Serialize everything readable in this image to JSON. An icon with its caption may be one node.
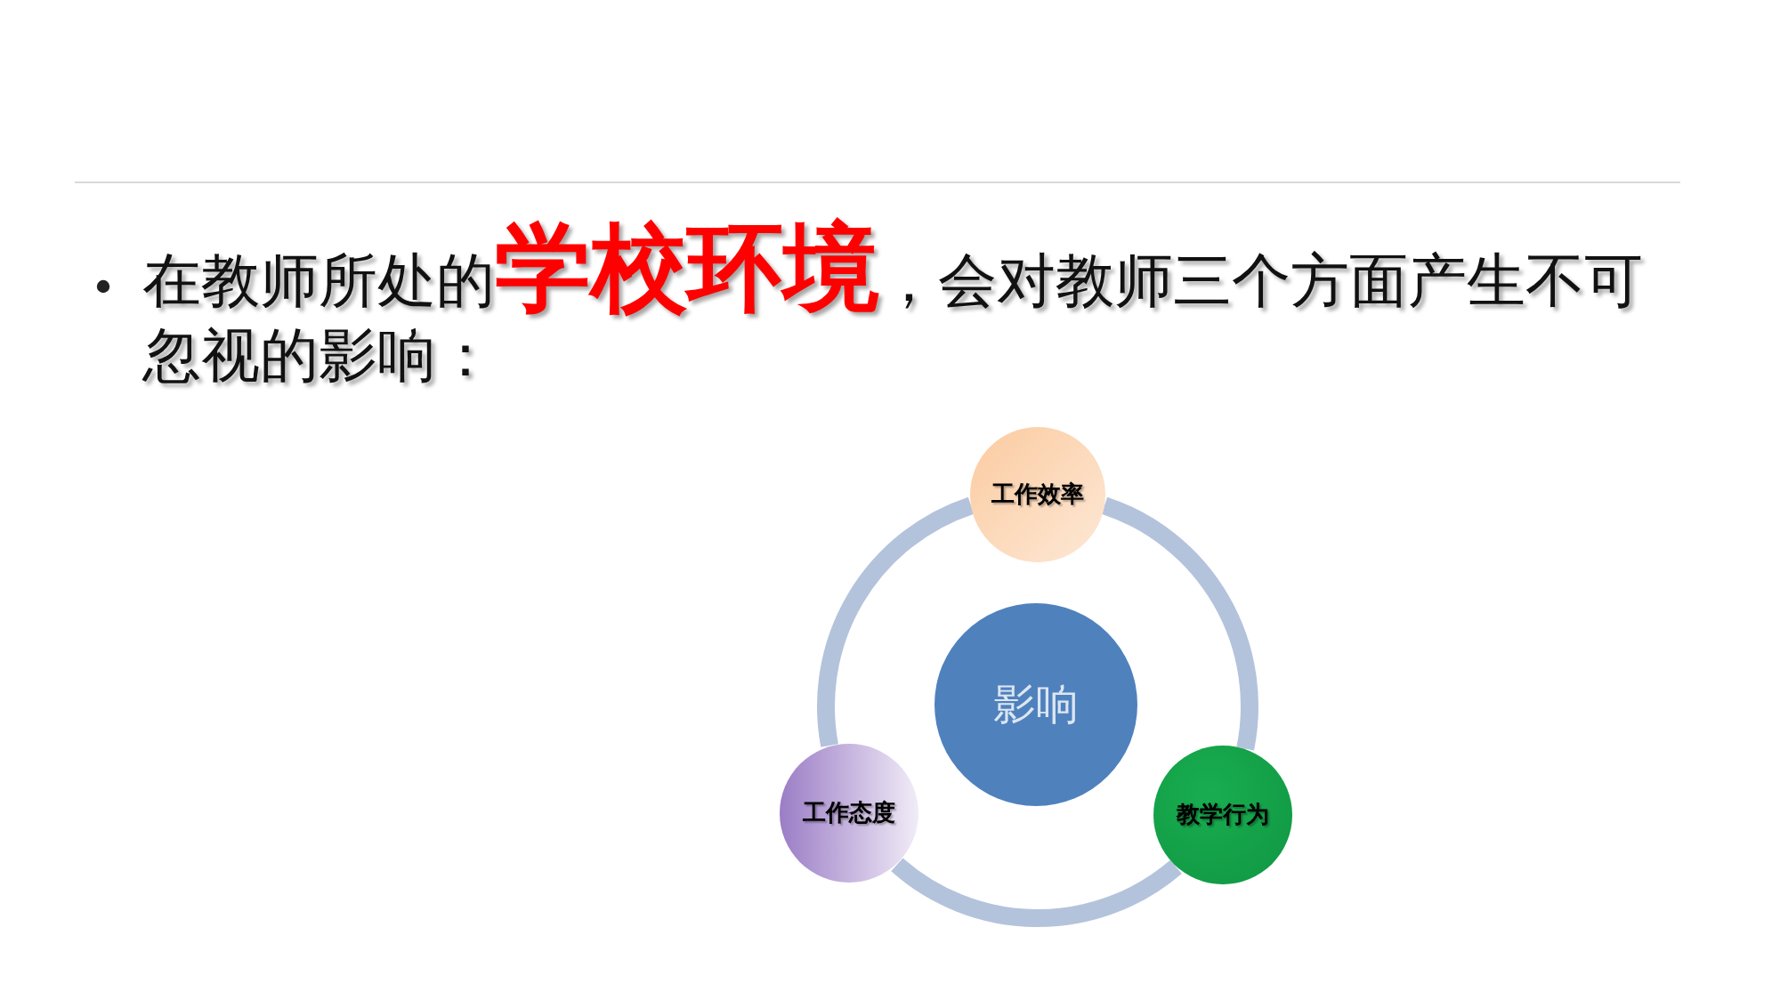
{
  "diagram": {
    "nodes": [
      {
        "text": [
          "影响"
        ]
      },
      {
        "text": [
          "工作效率"
        ]
      },
      {
        "text": [
          "教学行为"
        ]
      },
      {
        "text": [
          "工作态度"
        ]
      }
    ],
    "edges": [
      {
        "from": 1,
        "to": 2,
        "arrow": "none"
      },
      {
        "from": 2,
        "to": 3,
        "arrow": "none"
      },
      {
        "from": 3,
        "to": 1,
        "arrow": "none"
      }
    ],
    "labels": [
      "在教师所处的**学校环境**，会对教师三个方面产生不可忽视的影响："
    ]
  }
}
